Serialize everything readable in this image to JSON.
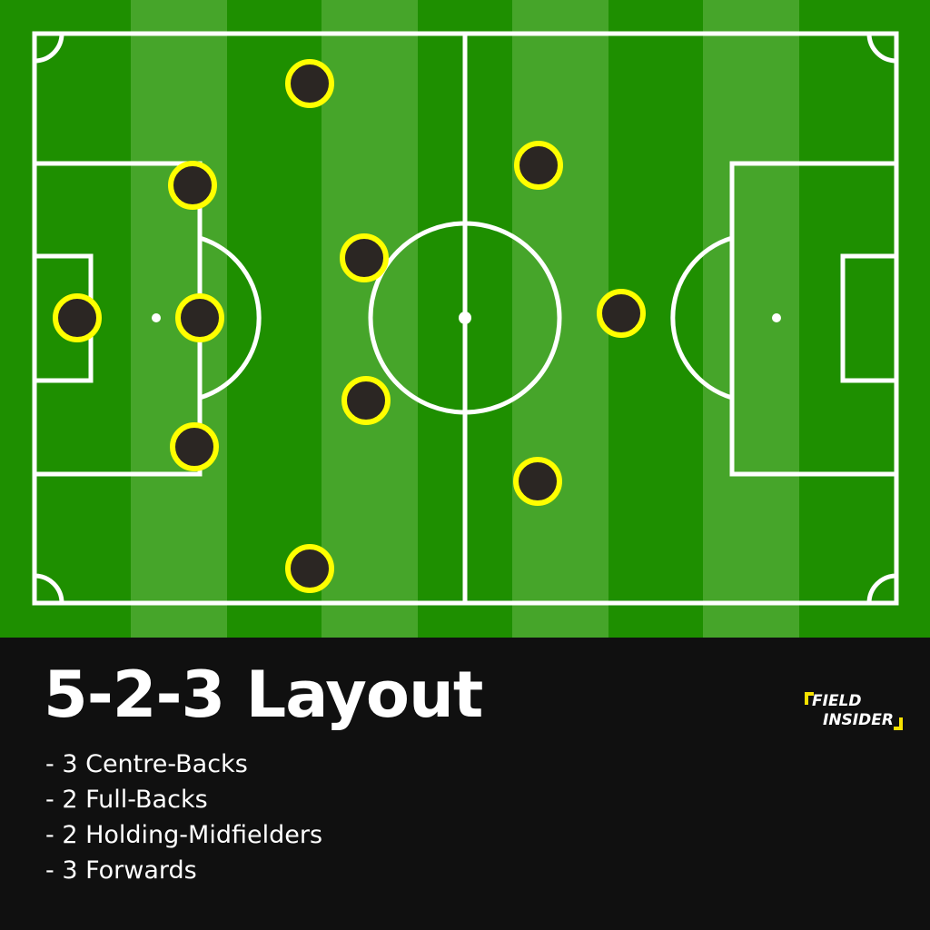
{
  "colors": {
    "grass_dark": "#1e8f00",
    "grass_light": "#46a52a",
    "lines": "#ffffff",
    "player_fill": "#2b2623",
    "player_ring": "#ffff00",
    "panel": "#101010",
    "logo_accent": "#f7e100"
  },
  "diagram": {
    "formation": "5-2-3",
    "players": [
      {
        "role": "goalkeeper"
      },
      {
        "role": "centre-back",
        "side": "left"
      },
      {
        "role": "centre-back",
        "side": "centre"
      },
      {
        "role": "centre-back",
        "side": "right"
      },
      {
        "role": "full-back",
        "side": "left"
      },
      {
        "role": "full-back",
        "side": "right"
      },
      {
        "role": "holding-midfielder",
        "side": "left"
      },
      {
        "role": "holding-midfielder",
        "side": "right"
      },
      {
        "role": "forward",
        "side": "left"
      },
      {
        "role": "forward",
        "side": "centre"
      },
      {
        "role": "forward",
        "side": "right"
      }
    ]
  },
  "info": {
    "title": "5-2-3 Layout",
    "items": [
      "- 3 Centre-Backs",
      "- 2 Full-Backs",
      "- 2 Holding-Midfielders",
      "- 3 Forwards"
    ]
  },
  "logo": {
    "line1": "FIELD",
    "line2": "INSIDER",
    "icon": "bracket-logo-icon"
  }
}
